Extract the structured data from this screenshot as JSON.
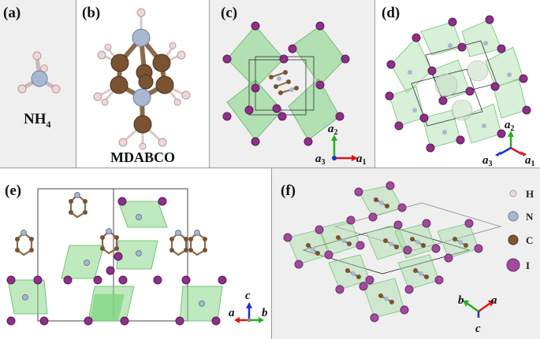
{
  "panels": {
    "a": {
      "label": "(a)",
      "caption_main": "NH",
      "caption_sub": "4"
    },
    "b": {
      "label": "(b)",
      "caption": "MDABCO"
    },
    "c": {
      "label": "(c)",
      "axis_up": "a",
      "axis_up_sub": "2",
      "axis_right": "a",
      "axis_right_sub": "1",
      "axis_out": "a",
      "axis_out_sub": "3"
    },
    "d": {
      "label": "(d)",
      "axis_up": "a",
      "axis_up_sub": "2",
      "axis_right": "a",
      "axis_right_sub": "1",
      "axis_left": "a",
      "axis_left_sub": "3"
    },
    "e": {
      "label": "(e)",
      "axis_up": "c",
      "axis_left": "a",
      "axis_right": "b"
    },
    "f": {
      "label": "(f)",
      "axis_left": "b",
      "axis_right": "a",
      "axis_down": "c"
    }
  },
  "legend": [
    {
      "symbol": "H",
      "color": "#f2d7d7"
    },
    {
      "symbol": "N",
      "color": "#a9b6cf"
    },
    {
      "symbol": "C",
      "color": "#7d5838"
    },
    {
      "symbol": "I",
      "color": "#a14a9f"
    }
  ],
  "colors": {
    "iodine": "#8e2f89",
    "carbon": "#7a5333",
    "nitrogen": "#a8b7d2",
    "hydrogen": "#f0d6d6",
    "octahedron": "#7fd47f",
    "axis_red": "#e01515",
    "axis_green": "#22b022",
    "axis_blue": "#1f2fd0"
  }
}
